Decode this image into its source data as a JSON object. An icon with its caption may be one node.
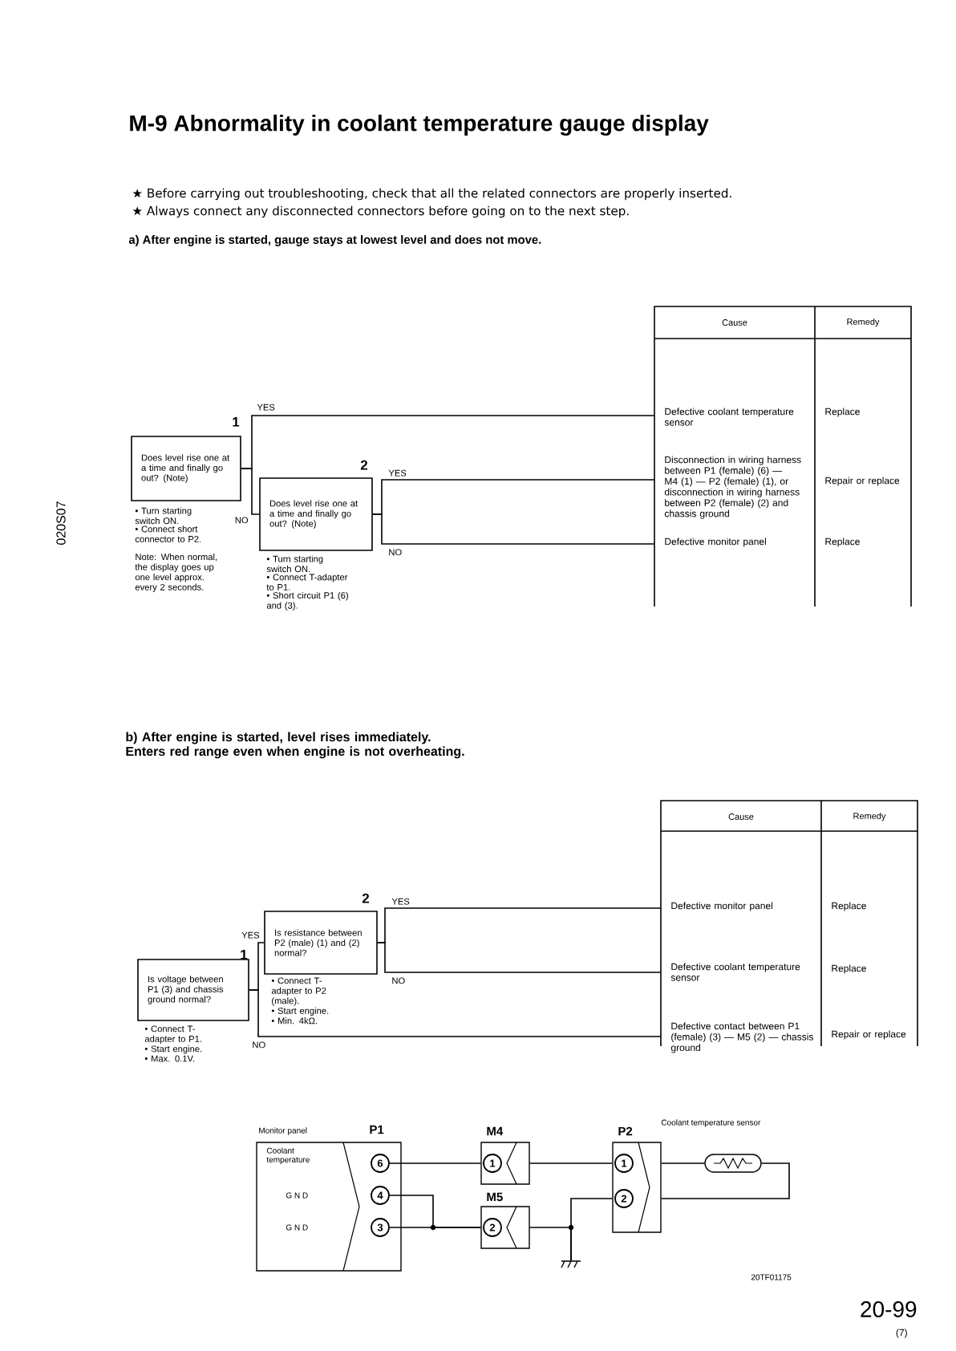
{
  "diagram": {
    "title": "M-9 Abnormality in coolant temperature gauge display",
    "nodes": [
      {
        "text": [
          "Does level rise one at a time and finally go out? (Note)"
        ],
        "beside": [
          "1",
          "• Turn starting switch ON.",
          "• Connect short connector to P2.",
          "Note: When normal, the display goes up one level approx. every 2 seconds."
        ]
      },
      {
        "text": [
          "Does level rise one at a time and finally go out? (Note)"
        ],
        "beside": [
          "2",
          "• Turn starting switch ON.",
          "• Connect T-adapter to P1.",
          "• Short circuit P1 (6) and (3)."
        ]
      },
      {
        "text": [
          "Defective coolant temperature sensor",
          "Replace"
        ]
      },
      {
        "text": [
          "Disconnection in wiring harness between P1 (female) (6) — M4 (1) — P2 (female) (1), or disconnection in wiring harness between P2 (female) (2) and chassis ground",
          "Repair or replace"
        ]
      },
      {
        "text": [
          "Defective monitor panel",
          "Replace"
        ]
      },
      {
        "text": [
          "Is voltage between P1 (3) and chassis ground normal?"
        ],
        "beside": [
          "1",
          "• Connect T-adapter to P1.",
          "• Start engine.",
          "• Max. 0.1V."
        ]
      },
      {
        "text": [
          "Is resistance between P2 (male) (1) and (2) normal?"
        ],
        "beside": [
          "2",
          "• Connect T-adapter to P2 (male).",
          "• Start engine.",
          "• Min. 4kΩ."
        ]
      },
      {
        "text": [
          "Defective monitor panel",
          "Replace"
        ]
      },
      {
        "text": [
          "Defective coolant temperature sensor",
          "Replace"
        ]
      },
      {
        "text": [
          "Defective contact between P1 (female) (3) — M5 (2) — chassis ground",
          "Repair or replace"
        ]
      },
      {
        "text": [
          "Coolant temperature",
          "G N D",
          "G N D"
        ],
        "beside": [
          "Monitor panel"
        ]
      },
      {
        "text": [
          "6"
        ],
        "in": 10
      },
      {
        "text": [
          "4"
        ],
        "in": 10
      },
      {
        "text": [
          "3"
        ],
        "in": 10
      },
      {
        "text": [
          "1"
        ],
        "beside": [
          "M4"
        ]
      },
      {
        "text": [
          "2"
        ],
        "beside": [
          "M5"
        ]
      },
      {
        "text": [
          "1",
          "2"
        ],
        "beside": [
          "P2"
        ]
      },
      {
        "text": [],
        "shape": "resistor"
      },
      {
        "text": [],
        "shape": "ground"
      }
    ],
    "edges": [
      {
        "from": 0,
        "to": 2,
        "arrow": "none",
        "label": "YES"
      },
      {
        "from": 0,
        "to": 1,
        "arrow": "none",
        "label": "NO"
      },
      {
        "from": 1,
        "to": 3,
        "arrow": "none",
        "label": "YES"
      },
      {
        "from": 1,
        "to": 4,
        "arrow": "none",
        "label": "NO"
      },
      {
        "from": 5,
        "to": 6,
        "arrow": "none",
        "label": "YES"
      },
      {
        "from": 5,
        "to": 9,
        "arrow": "none",
        "label": "NO"
      },
      {
        "from": 6,
        "to": 7,
        "arrow": "none",
        "label": "YES"
      },
      {
        "from": 6,
        "to": 8,
        "arrow": "none",
        "label": "NO"
      },
      {
        "from": 11,
        "to": 14,
        "arrow": "none"
      },
      {
        "from": 14,
        "to": 16,
        "arrow": "none"
      },
      {
        "from": 12,
        "to": 15,
        "arrow": "none"
      },
      {
        "from": 13,
        "to": 15,
        "arrow": "none"
      },
      {
        "from": 15,
        "to": 18,
        "arrow": "none"
      },
      {
        "from": 16,
        "to": 18,
        "arrow": "none"
      },
      {
        "from": 16,
        "to": 17,
        "arrow": "none"
      },
      {
        "from": 16,
        "to": 17,
        "arrow": "none"
      }
    ],
    "labels": [
      "★ Before carrying out troubleshooting, check that all the related connectors are properly inserted.",
      "★ Always connect any disconnected connectors before going on to the next step.",
      "a) After engine is started, gauge stays at lowest level and does not move.",
      "Cause",
      "Remedy",
      "020S07",
      "b) After engine is started, level rises immediately. Enters red range even when engine is not overheating.",
      "Cause",
      "Remedy",
      "P1",
      "Coolant temperature sensor",
      "20TF01175",
      "20-99",
      "(7)"
    ]
  }
}
